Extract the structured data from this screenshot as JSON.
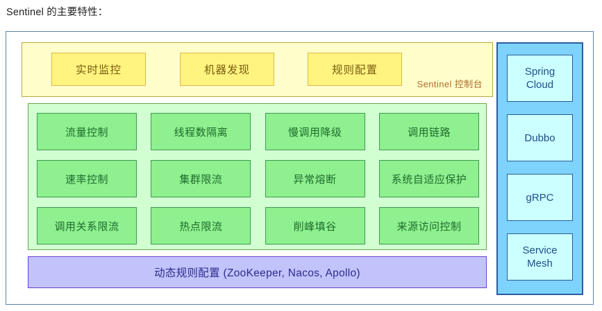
{
  "page": {
    "title": "Sentinel 的主要特性："
  },
  "console": {
    "label": "Sentinel 控制台",
    "buttons": [
      {
        "label": "实时监控"
      },
      {
        "label": "机器发现"
      },
      {
        "label": "规则配置"
      }
    ]
  },
  "core_features": {
    "rows": [
      {
        "cells": [
          {
            "label": "流量控制"
          },
          {
            "label": "线程数隔离"
          },
          {
            "label": "慢调用降级"
          },
          {
            "label": "调用链路"
          }
        ]
      },
      {
        "cells": [
          {
            "label": "速率控制"
          },
          {
            "label": "集群限流"
          },
          {
            "label": "异常熔断"
          },
          {
            "label": "系统自适应保护"
          }
        ]
      },
      {
        "cells": [
          {
            "label": "调用关系限流"
          },
          {
            "label": "热点限流"
          },
          {
            "label": "削峰填谷"
          },
          {
            "label": "来源访问控制"
          }
        ]
      }
    ]
  },
  "datasource": {
    "label": "动态规则配置 (ZooKeeper, Nacos, Apollo)"
  },
  "integrations": {
    "items": [
      {
        "label": "Spring\nCloud"
      },
      {
        "label": "Dubbo"
      },
      {
        "label": "gRPC"
      },
      {
        "label": "Service\nMesh"
      }
    ]
  },
  "colors": {
    "frame_border": "#5b82b5",
    "console_bg": "#ffffcc",
    "console_border": "#b5a642",
    "console_button_bg": "#fff47f",
    "console_button_border": "#e0b84a",
    "console_label_text": "#b06a28",
    "core_bg": "#d2ffd2",
    "core_border": "#6aa84f",
    "core_cell_bg": "#8ef08e",
    "core_cell_border": "#3c9c52",
    "core_cell_text": "#1f6b2e",
    "datasource_bg": "#c3c3fb",
    "datasource_border": "#6a3fd6",
    "datasource_text": "#2b2b8f",
    "integration_bg": "#7dd3fc",
    "integration_border": "#2b5c9e",
    "integration_cell_bg": "#ccffff",
    "integration_cell_text": "#1c4e8a"
  }
}
